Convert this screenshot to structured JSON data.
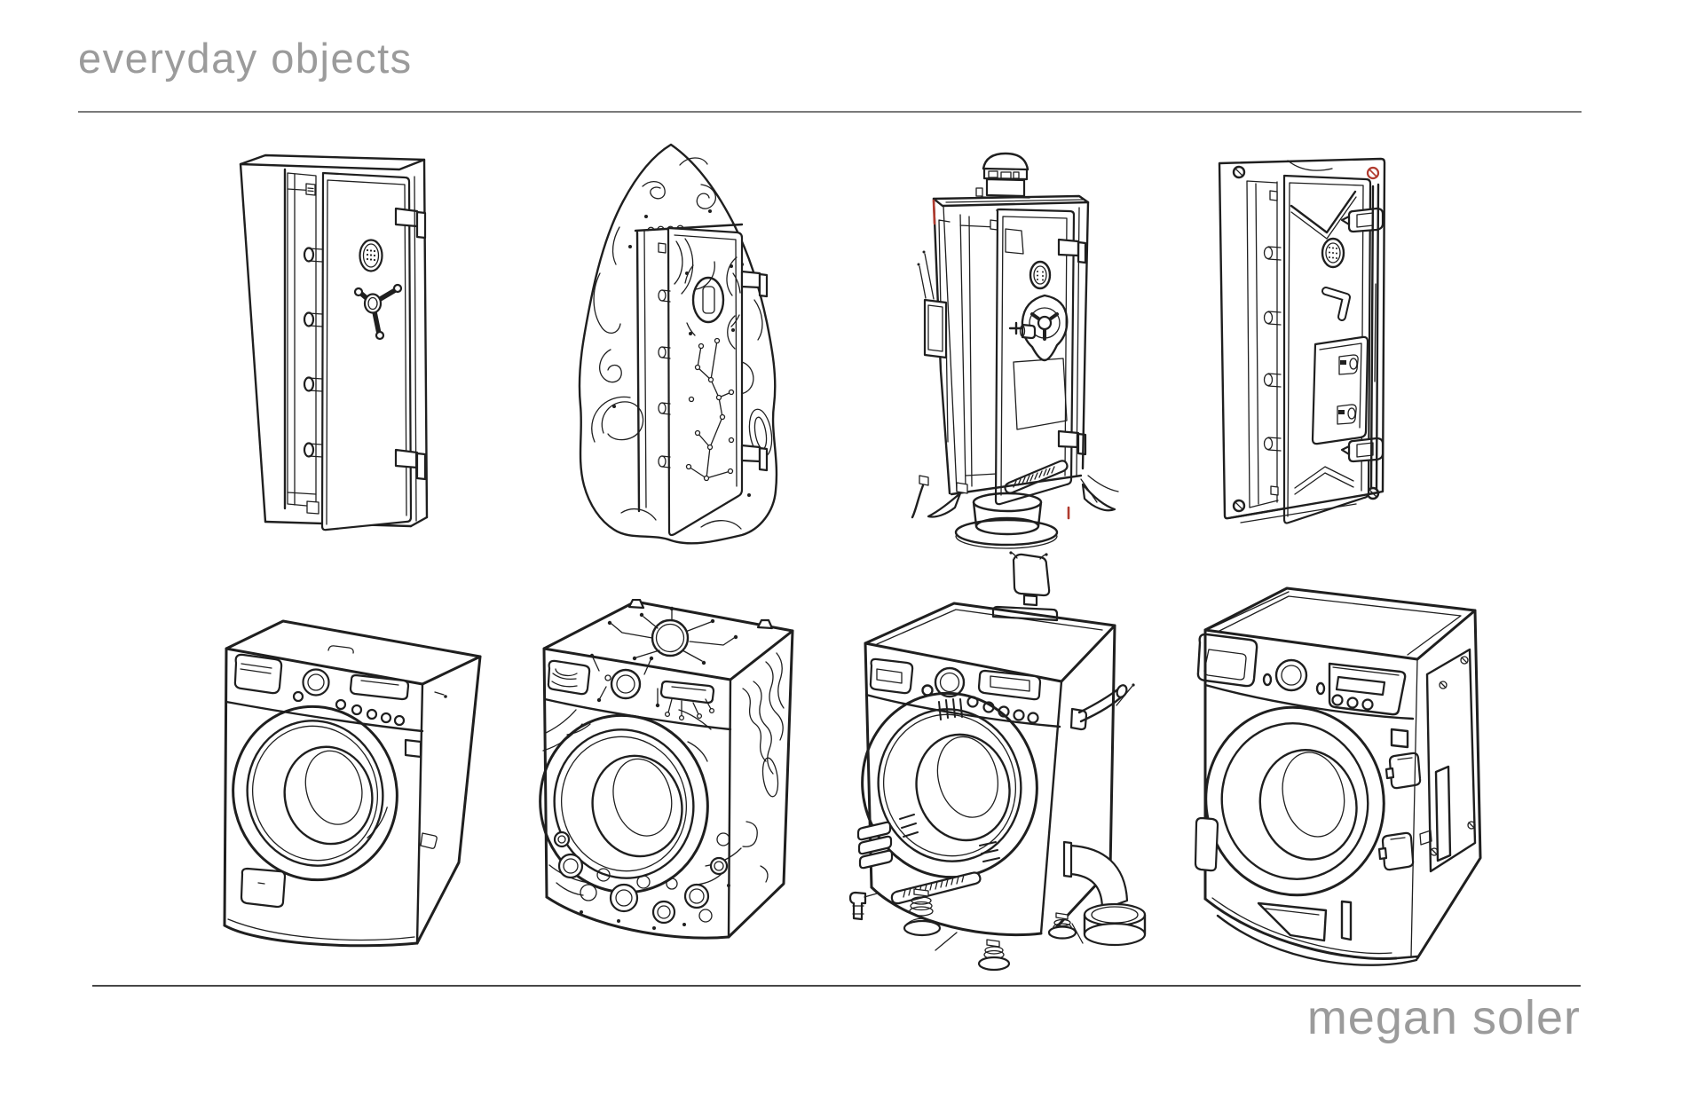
{
  "page": {
    "title": "everyday objects",
    "author": "megan soler",
    "colors": {
      "background": "#ffffff",
      "heading_text": "#9b9b9b",
      "top_rule": "#7a7a7a",
      "bottom_rule": "#474747",
      "ink": "#1f1f1f",
      "accent_red": "#b03a2e"
    }
  },
  "gallery": {
    "rows": [
      {
        "name": "safes",
        "items": [
          {
            "id": "safe-standard",
            "alt": "steel security safe with open bolted door, oval keypad and three-spoke handle"
          },
          {
            "id": "safe-stone-monolith",
            "alt": "safe door set into a carved stone monolith with swirl patterns and constellation engraving"
          },
          {
            "id": "safe-scifi-walker",
            "alt": "sci-fi safe with chimney cap, spider claw legs and round pedestal base"
          },
          {
            "id": "safe-armored",
            "alt": "armored safe with corner screws, chevron plates, latch clamps and one red screw"
          }
        ]
      },
      {
        "name": "washing-machines",
        "items": [
          {
            "id": "washer-standard",
            "alt": "front-loading washing machine with dial, display and porthole door"
          },
          {
            "id": "washer-ornate",
            "alt": "washing machine carved with swirls, bubble circles and circuit traces"
          },
          {
            "id": "washer-scifi",
            "alt": "sci-fi washing machine with antenna box, side handle, exhaust elbow pipe and screw feet"
          },
          {
            "id": "washer-armored",
            "alt": "armored washing machine with riveted side plate and heavy latches"
          }
        ]
      }
    ]
  }
}
